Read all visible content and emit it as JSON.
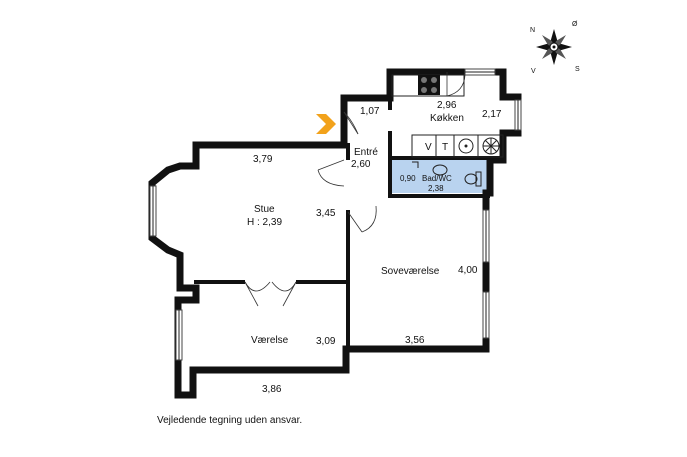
{
  "compass": {
    "n": "N",
    "o": "Ø",
    "s": "S",
    "v": "V"
  },
  "rooms": {
    "stue": {
      "name": "Stue",
      "height": "H : 2,39",
      "width_top": "3,79",
      "depth": "3,45"
    },
    "vaerelse": {
      "name": "Værelse",
      "width_bottom": "3,86",
      "depth": "3,09"
    },
    "sovevaerelse": {
      "name": "Soveværelse",
      "depth": "4,00",
      "width_bottom": "3,56"
    },
    "entre": {
      "name": "Entré",
      "length": "2,60",
      "depth": "1,07"
    },
    "kokken": {
      "name": "Køkken",
      "width_top": "2,96",
      "depth": "2,17"
    },
    "bad": {
      "name": "Bad/WC",
      "length": "2,38",
      "width": "0,90"
    }
  },
  "kitchen_labels": {
    "v": "V",
    "t": "T"
  },
  "disclaimer": "Vejledende tegning uden ansvar.",
  "colors": {
    "wall": "#111111",
    "bath_fill": "#b9d3ef",
    "entry_arrow": "#f2a21b"
  },
  "icons": [
    "compass-rose-icon",
    "entry-arrow-icon",
    "stove-icon",
    "sink-icon",
    "toilet-icon",
    "washbasin-icon"
  ]
}
